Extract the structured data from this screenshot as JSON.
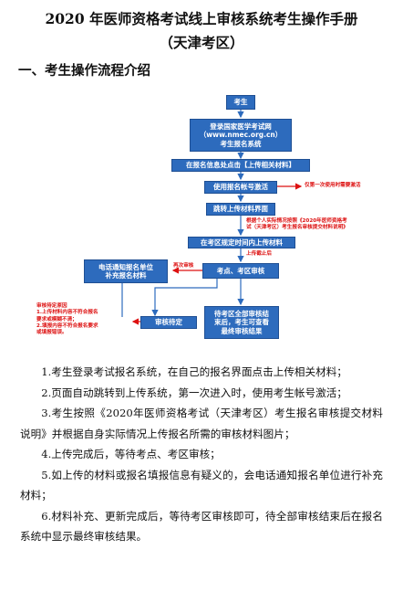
{
  "doc": {
    "title_line1": "2020 年医师资格考试线上审核系统考生操作手册",
    "title_line2": "（天津考区）",
    "section_heading": "一、考生操作流程介绍"
  },
  "flow": {
    "start": "考生",
    "login": "登录国家医学考试网\n（www.nmec.org.cn）\n考生报名系统",
    "upload_entry": "在报名信息处点击【上传相关材料】",
    "activate": "使用报名帐号激活",
    "jump": "跳转上传材料界面",
    "upload_in_time": "在考区规定时间内上传材料",
    "review": "考点、考区审核",
    "notify": "电话通知报名单位\n补充报名材料",
    "pending": "审核待定",
    "final": "待考区全部审核结\n束后，考生可查看\n最终审核结果",
    "note_activate": "仅第一次使用时需要激活",
    "note_upload": "根据个人实际情况按照《2020年医师资格考\n试（天津考区）考生报名审核提交材料说明》",
    "note_upload_end": "上传截止后",
    "note_recheck": "再次审核",
    "note_pending": "审核待定原因\n1.上传材料内容不符合报名\n要求或模糊不清；\n2.填报内容不符合报名要求\n或填报错误。"
  },
  "steps": [
    "1.考生登录考试报名系统，在自己的报名界面点击上传相关材料；",
    "2.页面自动跳转到上传系统，第一次进入时，使用考生帐号激活；",
    "3.考生按照《2020年医师资格考试（天津考区）考生报名审核提交材料说明》并根据自身实际情况上传报名所需的审核材料图片；",
    "4.上传完成后，等待考点、考区审核；",
    "5.如上传的材料或报名填报信息有疑义的，会电话通知报名单位进行补充材料；",
    "6.材料补充、更新完成后，等待考区审核即可，待全部审核结束后在报名系统中显示最终审核结果。"
  ],
  "colors": {
    "box": "#2d6bbd",
    "note": "#d11111",
    "arrow_red": "#d11111",
    "arrow_blue": "#2d6bbd"
  }
}
